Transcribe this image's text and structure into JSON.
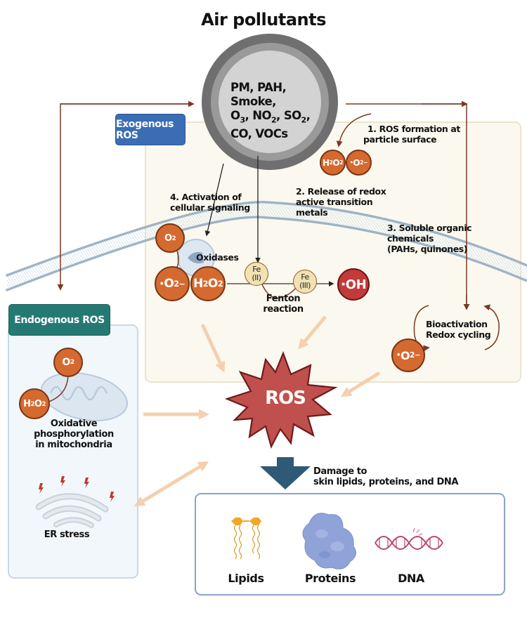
{
  "title": "Air pollutants",
  "pollutants": {
    "line1": "PM, PAH,",
    "line2": "Smoke,",
    "line3_parts": [
      "O",
      "3",
      ", NO",
      "2",
      ", SO",
      "2",
      ","
    ],
    "line4": "CO, VOCs"
  },
  "exogenous": {
    "label": "Exogenous ROS",
    "steps": {
      "step1_line1": "1.  ROS formation at",
      "step1_line2": "particle surface",
      "step2_line1": "2. Release of redox",
      "step2_line2": "active transition",
      "step2_line3": "metals",
      "step3_line1": "3. Soluble organic",
      "step3_line2": "chemicals",
      "step3_line3": "(PAHs, quinones)",
      "step4_line1": "4. Activation of",
      "step4_line2": "cellular signaling"
    },
    "oxidases_label": "Oxidases",
    "fenton_line1": "Fenton",
    "fenton_line2": "reaction",
    "fe2": {
      "symbol": "Fe",
      "state": "(II)"
    },
    "fe3": {
      "symbol": "Fe",
      "state": "(III)"
    },
    "bioactivation_line1": "Bioactivation",
    "bioactivation_line2": "Redox cycling"
  },
  "molecules": {
    "h2o2": {
      "main": "H",
      "sub1": "2",
      "mid": "O",
      "sub2": "2"
    },
    "superoxide": {
      "dot": "•",
      "main": "O",
      "sub": "2",
      "sup": "−"
    },
    "o2": {
      "main": "O",
      "sub": "2"
    },
    "hydroxyl": {
      "dot": "•",
      "main": "OH"
    }
  },
  "endogenous": {
    "label": "Endogenous ROS",
    "mito_line1": "Oxidative",
    "mito_line2": "phosphorylation",
    "mito_line3": "in mitochondria",
    "er_label": "ER stress"
  },
  "ros_center": "ROS",
  "damage": {
    "line1": "Damage to",
    "line2": "skin lipids, proteins, and DNA",
    "targets": [
      "Lipids",
      "Proteins",
      "DNA"
    ]
  },
  "colors": {
    "exogenous_blue": "#3b6db5",
    "endogenous_teal": "#247a72",
    "ros_orange": "#d56a30",
    "hydroxyl_red": "#c23a3a",
    "arrow_brown": "#7a3a22",
    "flow_peach": "#f5cfae",
    "damage_arrow": "#2e5a78"
  }
}
